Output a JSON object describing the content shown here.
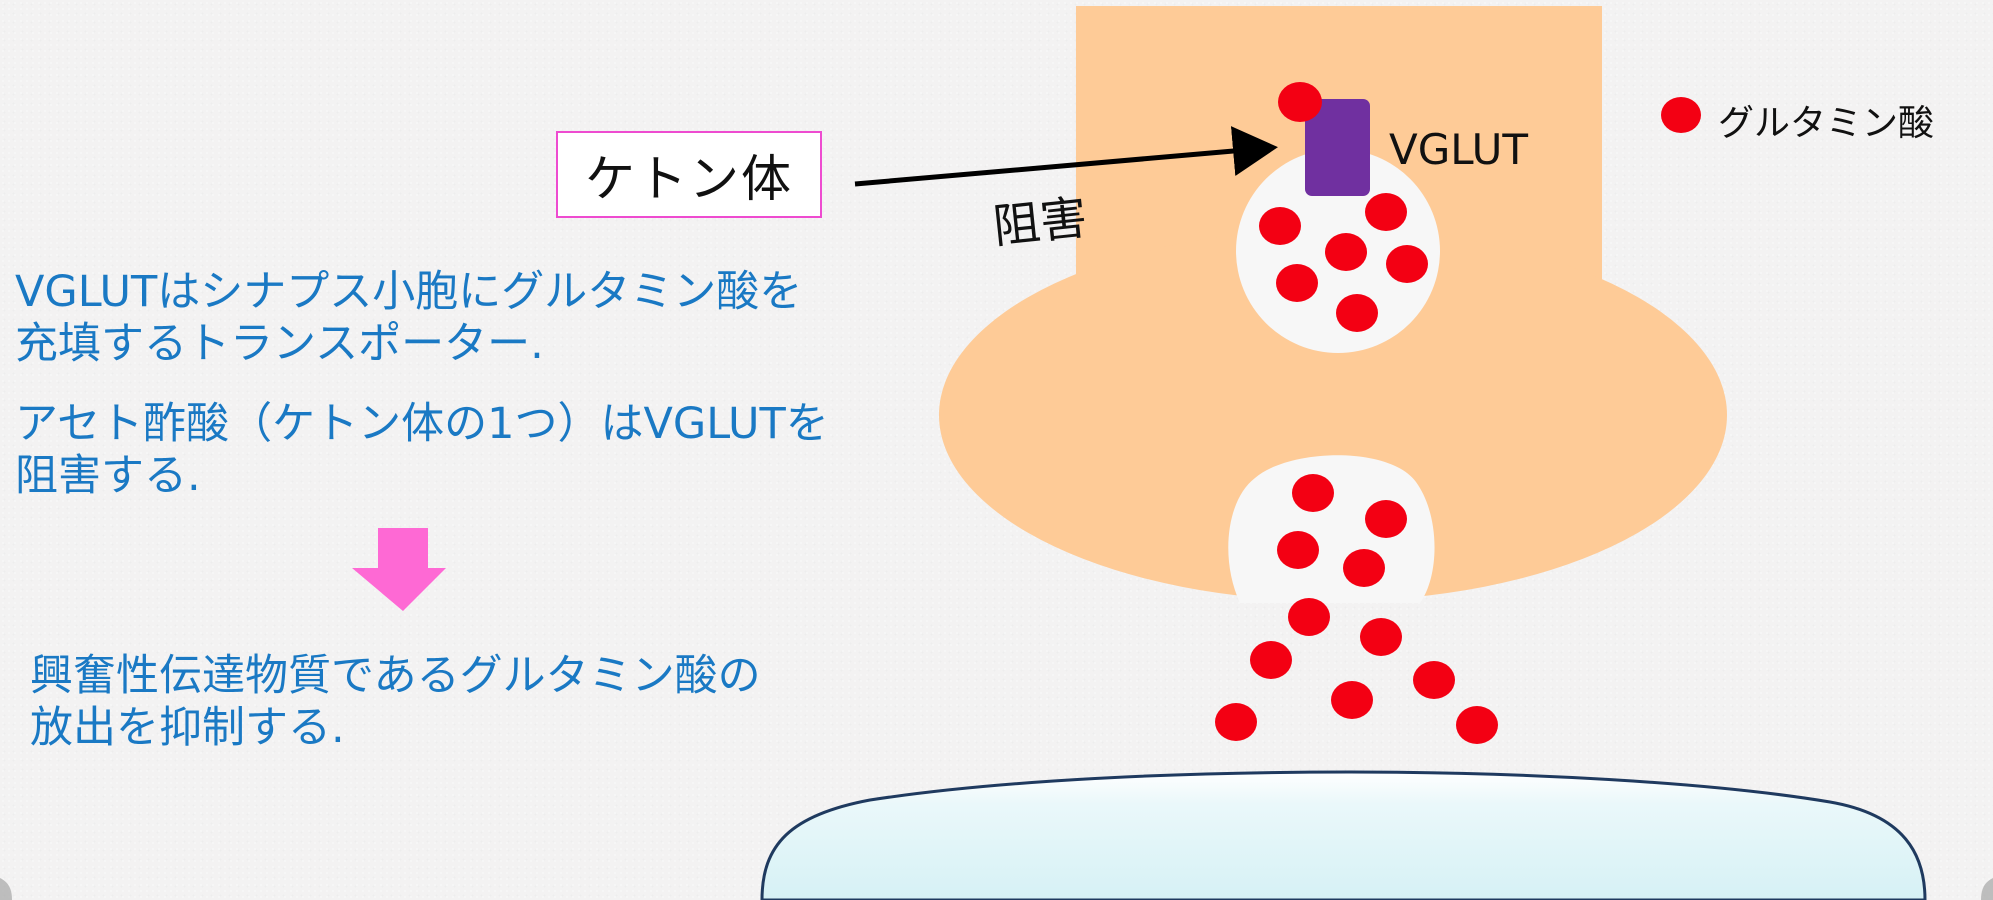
{
  "labels": {
    "ketone": "ケトン体",
    "inhibit": "阻害",
    "vglut": "VGLUT",
    "legend_glutamate": "グルタミン酸"
  },
  "text": {
    "line1": "VGLUTはシナプス小胞にグルタミン酸を",
    "line2": "充填するトランスポーター.",
    "line3": "アセト酢酸（ケトン体の1つ）はVGLUTを",
    "line4": "阻害する.",
    "line5": "興奮性伝達物質であるグルタミン酸の",
    "line6": "放出を抑制する."
  },
  "colors": {
    "background": "#f3f2f2",
    "terminal": "#fecb97",
    "vesicle": "#f7f7f7",
    "glutamate": "#f30013",
    "vglut": "#7030a0",
    "text_blue": "#1a79c4",
    "ketone_box_border": "#ee4bd0",
    "down_arrow": "#fe69d4",
    "postsynaptic_fill": "#dff4f7",
    "postsynaptic_stroke": "#1f3a5f"
  },
  "icons": {
    "down_arrow": "down-arrow-icon",
    "legend_dot": "glutamate-dot-icon"
  }
}
